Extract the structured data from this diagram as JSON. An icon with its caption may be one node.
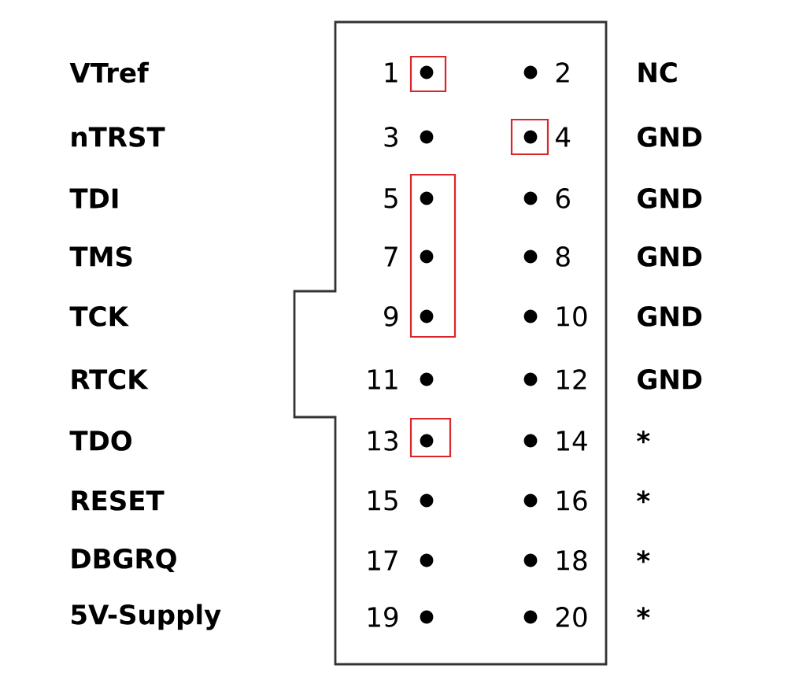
{
  "diagram": {
    "labels": [
      "VTref",
      "1",
      "2",
      "NC",
      "nTRST",
      "3",
      "4",
      "GND",
      "TDI",
      "5",
      "6",
      "GND",
      "TMS",
      "7",
      "8",
      "GND",
      "TCK",
      "9",
      "10",
      "GND",
      "RTCK",
      "11",
      "12",
      "GND",
      "TDO",
      "13",
      "14",
      "*",
      "RESET",
      "15",
      "16",
      "*",
      "DBGRQ",
      "17",
      "18",
      "*",
      "5V-Supply",
      "19",
      "20",
      "*"
    ]
  }
}
